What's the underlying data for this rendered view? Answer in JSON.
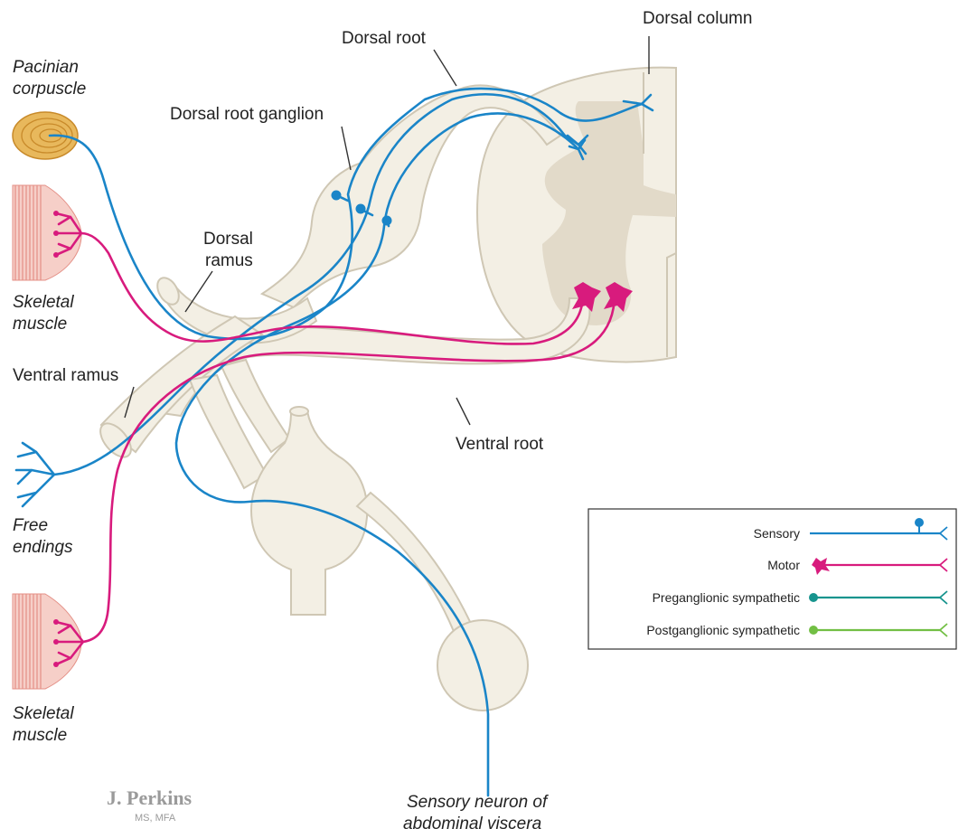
{
  "labels": {
    "pacinian_line1": "Pacinian",
    "pacinian_line2": "corpuscle",
    "dorsal_root": "Dorsal root",
    "dorsal_column": "Dorsal column",
    "dorsal_root_ganglion": "Dorsal root ganglion",
    "dorsal_ramus_line1": "Dorsal",
    "dorsal_ramus_line2": "ramus",
    "skeletal_muscle_top_line1": "Skeletal",
    "skeletal_muscle_top_line2": "muscle",
    "ventral_ramus": "Ventral ramus",
    "ventral_root": "Ventral root",
    "free_endings_line1": "Free",
    "free_endings_line2": "endings",
    "skeletal_muscle_bottom_line1": "Skeletal",
    "skeletal_muscle_bottom_line2": "muscle",
    "sensory_neuron_line1": "Sensory neuron of",
    "sensory_neuron_line2": "abdominal viscera"
  },
  "legend": {
    "items": [
      {
        "label": "Sensory",
        "color": "#1a85c8"
      },
      {
        "label": "Motor",
        "color": "#d81b7d"
      },
      {
        "label": "Preganglionic sympathetic",
        "color": "#17948e"
      },
      {
        "label": "Postganglionic sympathetic",
        "color": "#72bf44"
      }
    ]
  },
  "signature": {
    "name": "J. Perkins",
    "credentials": "MS, MFA"
  },
  "colors": {
    "nerve_fill": "#f3efe4",
    "nerve_outline": "#cfc7b4",
    "gray_matter": "#e2dac9",
    "sensory": "#1a85c8",
    "motor": "#d81b7d",
    "muscle": "#f2a7a0",
    "pacinian_outer": "#e8b85c",
    "pacinian_inner": "#c88a2a"
  }
}
